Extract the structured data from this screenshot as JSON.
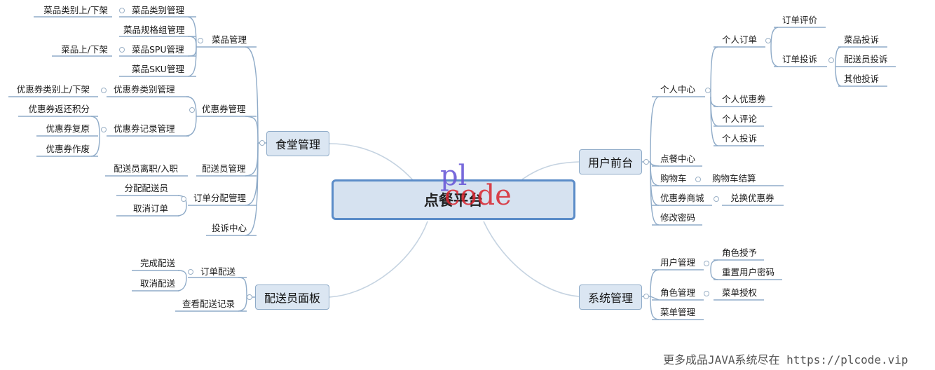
{
  "root": "点餐平台",
  "watermark": {
    "line1": "pl",
    "line2": "code"
  },
  "footer": "更多成品JAVA系统尽在 https://plcode.vip",
  "branches": {
    "canteen": {
      "label": "食堂管理",
      "dish_mgmt": "菜品管理",
      "dish_category_mgmt": "菜品类别管理",
      "dish_category_shelf": "菜品类别上/下架",
      "dish_spec_group_mgmt": "菜品规格组管理",
      "dish_spu_mgmt": "菜品SPU管理",
      "dish_shelf": "菜品上/下架",
      "dish_sku_mgmt": "菜品SKU管理",
      "coupon_mgmt": "优惠券管理",
      "coupon_category_mgmt": "优惠券类别管理",
      "coupon_category_shelf": "优惠券类别上/下架",
      "coupon_record_mgmt": "优惠券记录管理",
      "coupon_refund_points": "优惠券返还积分",
      "coupon_restore": "优惠券复原",
      "coupon_void": "优惠券作废",
      "courier_mgmt": "配送员管理",
      "courier_leave_join": "配送员离职/入职",
      "order_assign_mgmt": "订单分配管理",
      "assign_courier": "分配配送员",
      "cancel_order": "取消订单",
      "complaint_center": "投诉中心"
    },
    "courier_panel": {
      "label": "配送员面板",
      "order_delivery": "订单配送",
      "complete_delivery": "完成配送",
      "cancel_delivery": "取消配送",
      "view_delivery_records": "查看配送记录"
    },
    "user_front": {
      "label": "用户前台",
      "personal_center": "个人中心",
      "personal_orders": "个人订单",
      "order_review": "订单评价",
      "order_complaint": "订单投诉",
      "dish_complaint": "菜品投诉",
      "courier_complaint": "配送员投诉",
      "other_complaint": "其他投诉",
      "personal_coupons": "个人优惠券",
      "personal_reviews": "个人评论",
      "personal_complaints": "个人投诉",
      "ordering_center": "点餐中心",
      "shopping_cart": "购物车",
      "cart_checkout": "购物车结算",
      "coupon_mall": "优惠券商城",
      "redeem_coupon": "兑换优惠券",
      "change_password": "修改密码"
    },
    "system_mgmt": {
      "label": "系统管理",
      "user_mgmt": "用户管理",
      "grant_role": "角色授予",
      "reset_user_password": "重置用户密码",
      "role_mgmt": "角色管理",
      "menu_authorization": "菜单授权",
      "menu_mgmt": "菜单管理"
    }
  }
}
